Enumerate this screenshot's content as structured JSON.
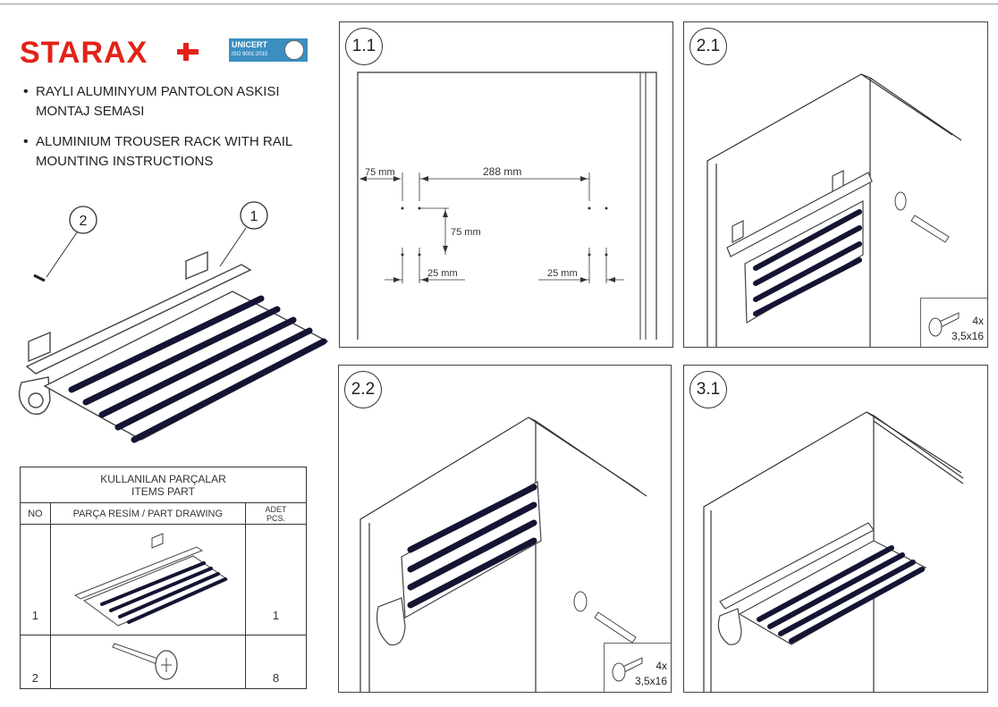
{
  "brand": {
    "name": "STARAX",
    "cert_label": "UNICERT",
    "cert_sub": "ISO 9001:2015"
  },
  "intro": {
    "tr_line1": "RAYLI ALUMINYUM PANTOLON ASKISI",
    "tr_line2": "MONTAJ SEMASI",
    "en_line1": "ALUMINIUM TROUSER RACK WITH RAIL",
    "en_line2": "MOUNTING INSTRUCTIONS"
  },
  "overview": {
    "callout_1": "1",
    "callout_2": "2"
  },
  "parts_table": {
    "title_tr": "KULLANILAN PARÇALAR",
    "title_en": "ITEMS PART",
    "col_no": "NO",
    "col_drawing": "PARÇA RESİM  / PART DRAWING",
    "col_qty_tr": "ADET",
    "col_qty_en": "PCS.",
    "rows": [
      {
        "no": "1",
        "qty": "1"
      },
      {
        "no": "2",
        "qty": "8"
      }
    ]
  },
  "steps": {
    "s11": {
      "label": "1.1",
      "dim_left": "75 mm",
      "dim_span": "288 mm",
      "dim_vertical": "75 mm",
      "dim_bottom_left": "25 mm",
      "dim_bottom_right": "25 mm"
    },
    "s21": {
      "label": "2.1",
      "screw_qty": "4x",
      "screw_size": "3,5x16"
    },
    "s22": {
      "label": "2.2",
      "screw_qty": "4x",
      "screw_size": "3,5x16"
    },
    "s31": {
      "label": "3.1"
    }
  }
}
